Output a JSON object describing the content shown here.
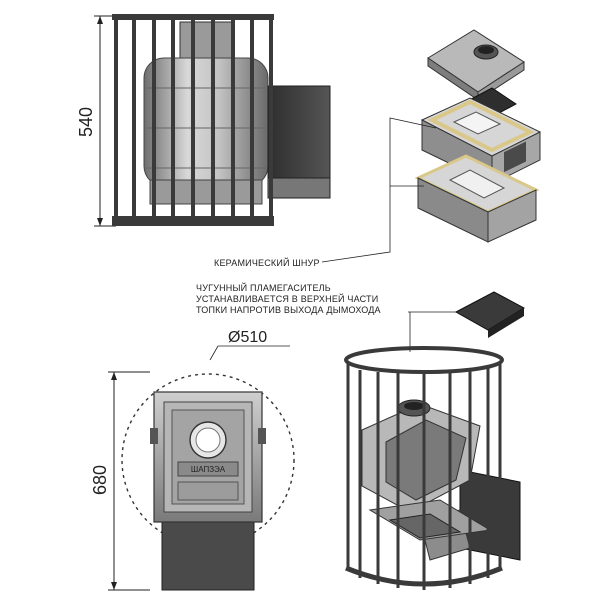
{
  "dimensions": {
    "height_top": "540",
    "diameter": "Ø510",
    "height_bottom": "680"
  },
  "labels": {
    "ceramic_cord": "КЕРАМИЧЕСКИЙ ШНУР",
    "flame_spreader_line1": "ЧУГУННЫЙ ПЛАМЕГАСИТЕЛЬ",
    "flame_spreader_line2": "УСТАНАВЛИВАЕТСЯ В ВЕРХНЕЙ ЧАСТИ",
    "flame_spreader_line3": "ТОПКИ НАПРОТИВ ВЫХОДА ДЫМОХОДА"
  },
  "stove_door_text": "ШАПЗЭА",
  "colors": {
    "metal_dark": "#3a3a3a",
    "metal_mid": "#8c8c8c",
    "metal_light": "#cfcfcf",
    "ceramic_cord": "#d9c88a",
    "line": "#222222"
  }
}
